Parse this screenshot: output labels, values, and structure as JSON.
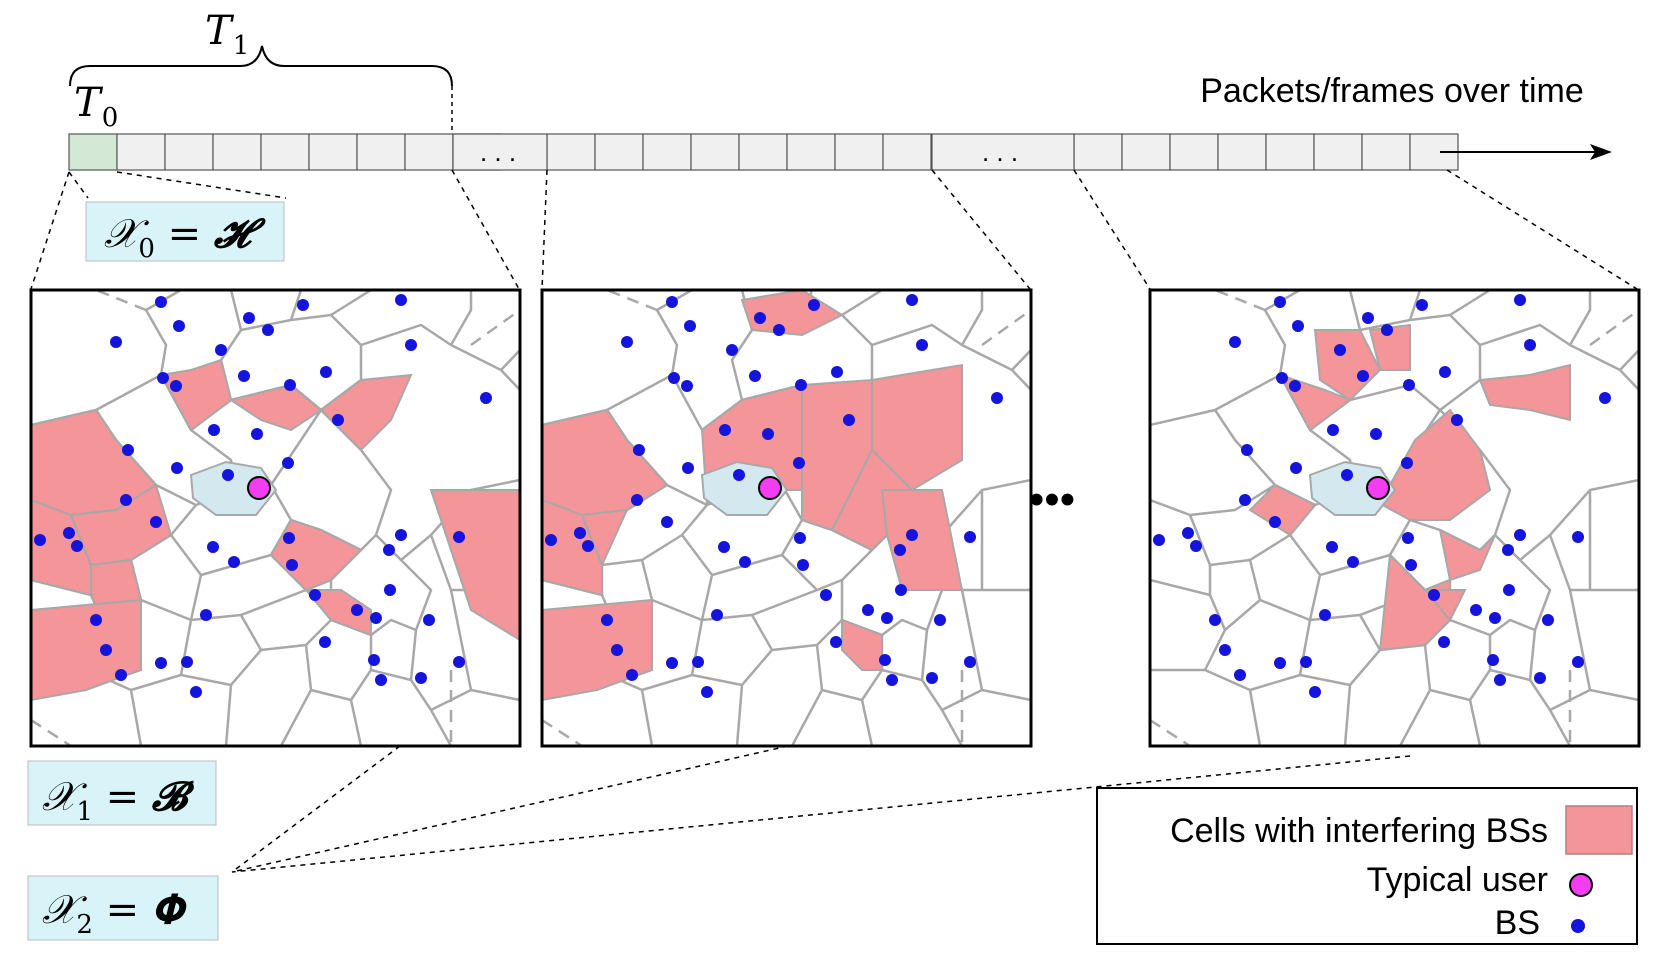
{
  "timeline": {
    "t1_label": "T",
    "t1_sub": "1",
    "t0_label": "T",
    "t0_sub": "0",
    "caption": "Packets/frames over time",
    "ellipsis_1": ". . .",
    "ellipsis_2": ". . .",
    "colors": {
      "first_cell": "#d3e9d6",
      "cell": "#f0f0f0",
      "cell_border": "#555555"
    }
  },
  "labels": {
    "x0": {
      "var": "𝒳",
      "sub": "0",
      "eq": " = ",
      "rhs": "𝓗"
    },
    "x1": {
      "var": "𝒳",
      "sub": "1",
      "eq": " = ",
      "rhs": "𝓑"
    },
    "x2": {
      "var": "𝒳",
      "sub": "2",
      "eq": " = ",
      "rhs": "𝚽"
    },
    "box_color": "#d9f4f8"
  },
  "panels_ellipsis": "•••",
  "legend": {
    "interfering": "Cells with interfering BSs",
    "typical_user": "Typical user",
    "bs": "BS"
  },
  "colors": {
    "interfering_cell": "#f4959a",
    "typical_cell": "#d4e8f0",
    "bs_dot": "#1414dc",
    "typical_user": "#f23df2",
    "cell_edge": "#a8a8a8"
  }
}
